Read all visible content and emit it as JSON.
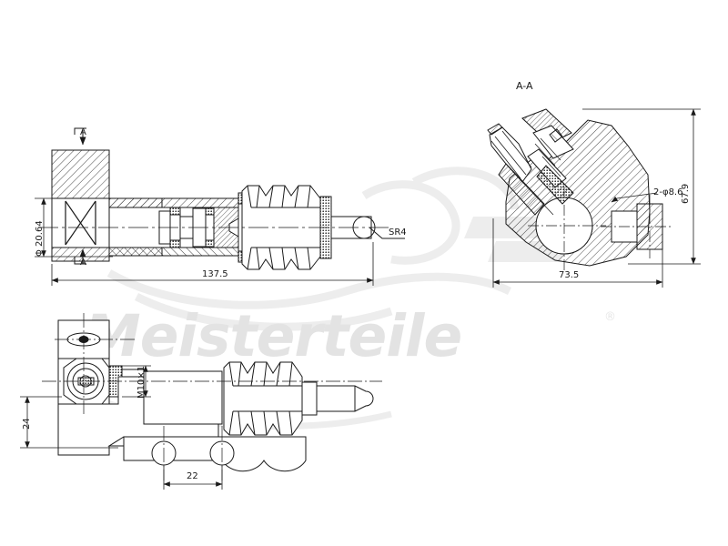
{
  "document": {
    "type": "engineering-drawing",
    "subject": "clutch slave cylinder",
    "background_color": "#ffffff",
    "line_color": "#1a1a1a"
  },
  "watermark": {
    "brand_text": "Meisterteile",
    "registered_mark": "®",
    "color": "#e3e3e3",
    "swoosh_color": "#ededed"
  },
  "views": {
    "main_section": {
      "name": "main-sectional-view",
      "section_marker_top": "A",
      "section_marker_bottom": "A",
      "dimensions": {
        "bore_diameter": "Φ 20.64",
        "overall_length": "137.5",
        "tip_radius": "SR4"
      }
    },
    "section_aa": {
      "name": "section-a-a-view",
      "title": "A-A",
      "dimensions": {
        "height": "67.9",
        "width": "73.5",
        "holes": "2-φ8.6"
      }
    },
    "bottom_view": {
      "name": "bottom-elevation-view",
      "dimensions": {
        "port_thread": "M10×1",
        "bracket_height": "24",
        "hole_spacing": "22"
      }
    }
  }
}
